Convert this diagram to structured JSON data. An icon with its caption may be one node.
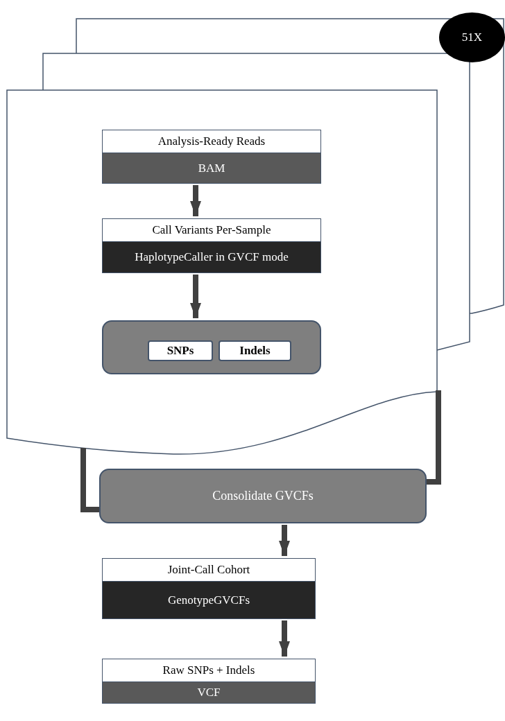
{
  "diagram": {
    "nodes": [
      {
        "text": [],
        "shape": "document"
      },
      {
        "text": [
          "51X"
        ]
      },
      {
        "text": [
          "Analysis-Ready Reads",
          "BAM"
        ],
        "in": 0
      },
      {
        "text": [
          "Call Variants Per-Sample",
          "HaplotypeCaller in GVCF mode"
        ],
        "in": 0
      },
      {
        "text": [],
        "shape": "box",
        "in": 0
      },
      {
        "text": [
          "SNPs"
        ],
        "in": 4
      },
      {
        "text": [
          "Indels"
        ],
        "in": 4
      },
      {
        "text": [
          "Consolidate GVCFs"
        ]
      },
      {
        "text": [
          "Joint-Call Cohort",
          "GenotypeGVCFs"
        ]
      },
      {
        "text": [
          "Raw SNPs + Indels",
          "VCF"
        ]
      }
    ],
    "edges": [
      {
        "from": 2,
        "to": 3,
        "arrow": "to"
      },
      {
        "from": 3,
        "to": 4,
        "arrow": "to"
      },
      {
        "from": 0,
        "to": 7,
        "arrow": "none"
      },
      {
        "from": 0,
        "to": 7,
        "arrow": "none"
      },
      {
        "from": 7,
        "to": 8,
        "arrow": "to"
      },
      {
        "from": 8,
        "to": 9,
        "arrow": "to"
      }
    ]
  }
}
